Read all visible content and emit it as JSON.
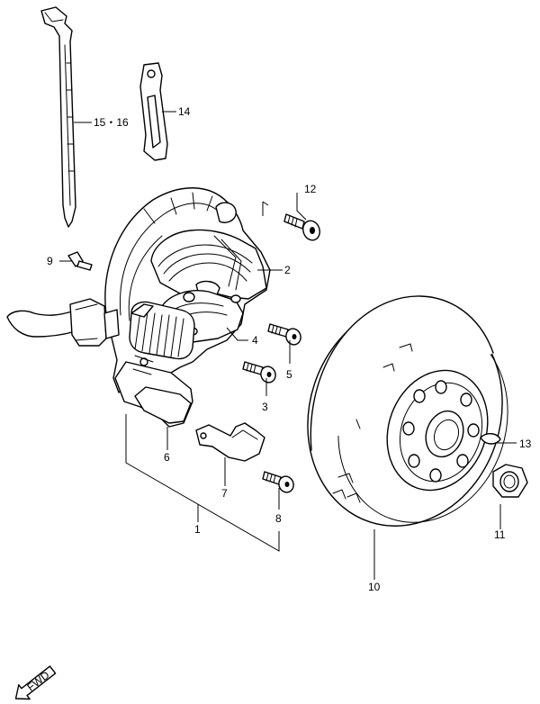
{
  "callouts": [
    {
      "id": "c1",
      "text": "1"
    },
    {
      "id": "c2",
      "text": "2"
    },
    {
      "id": "c3",
      "text": "3"
    },
    {
      "id": "c4",
      "text": "4"
    },
    {
      "id": "c5",
      "text": "5"
    },
    {
      "id": "c6",
      "text": "6"
    },
    {
      "id": "c7",
      "text": "7"
    },
    {
      "id": "c8",
      "text": "8"
    },
    {
      "id": "c9",
      "text": "9"
    },
    {
      "id": "c10",
      "text": "10"
    },
    {
      "id": "c11",
      "text": "11"
    },
    {
      "id": "c12",
      "text": "12"
    },
    {
      "id": "c13",
      "text": "13"
    },
    {
      "id": "c14",
      "text": "14"
    },
    {
      "id": "c1516",
      "text": "15・16"
    }
  ],
  "fwd_marker": "FWD"
}
